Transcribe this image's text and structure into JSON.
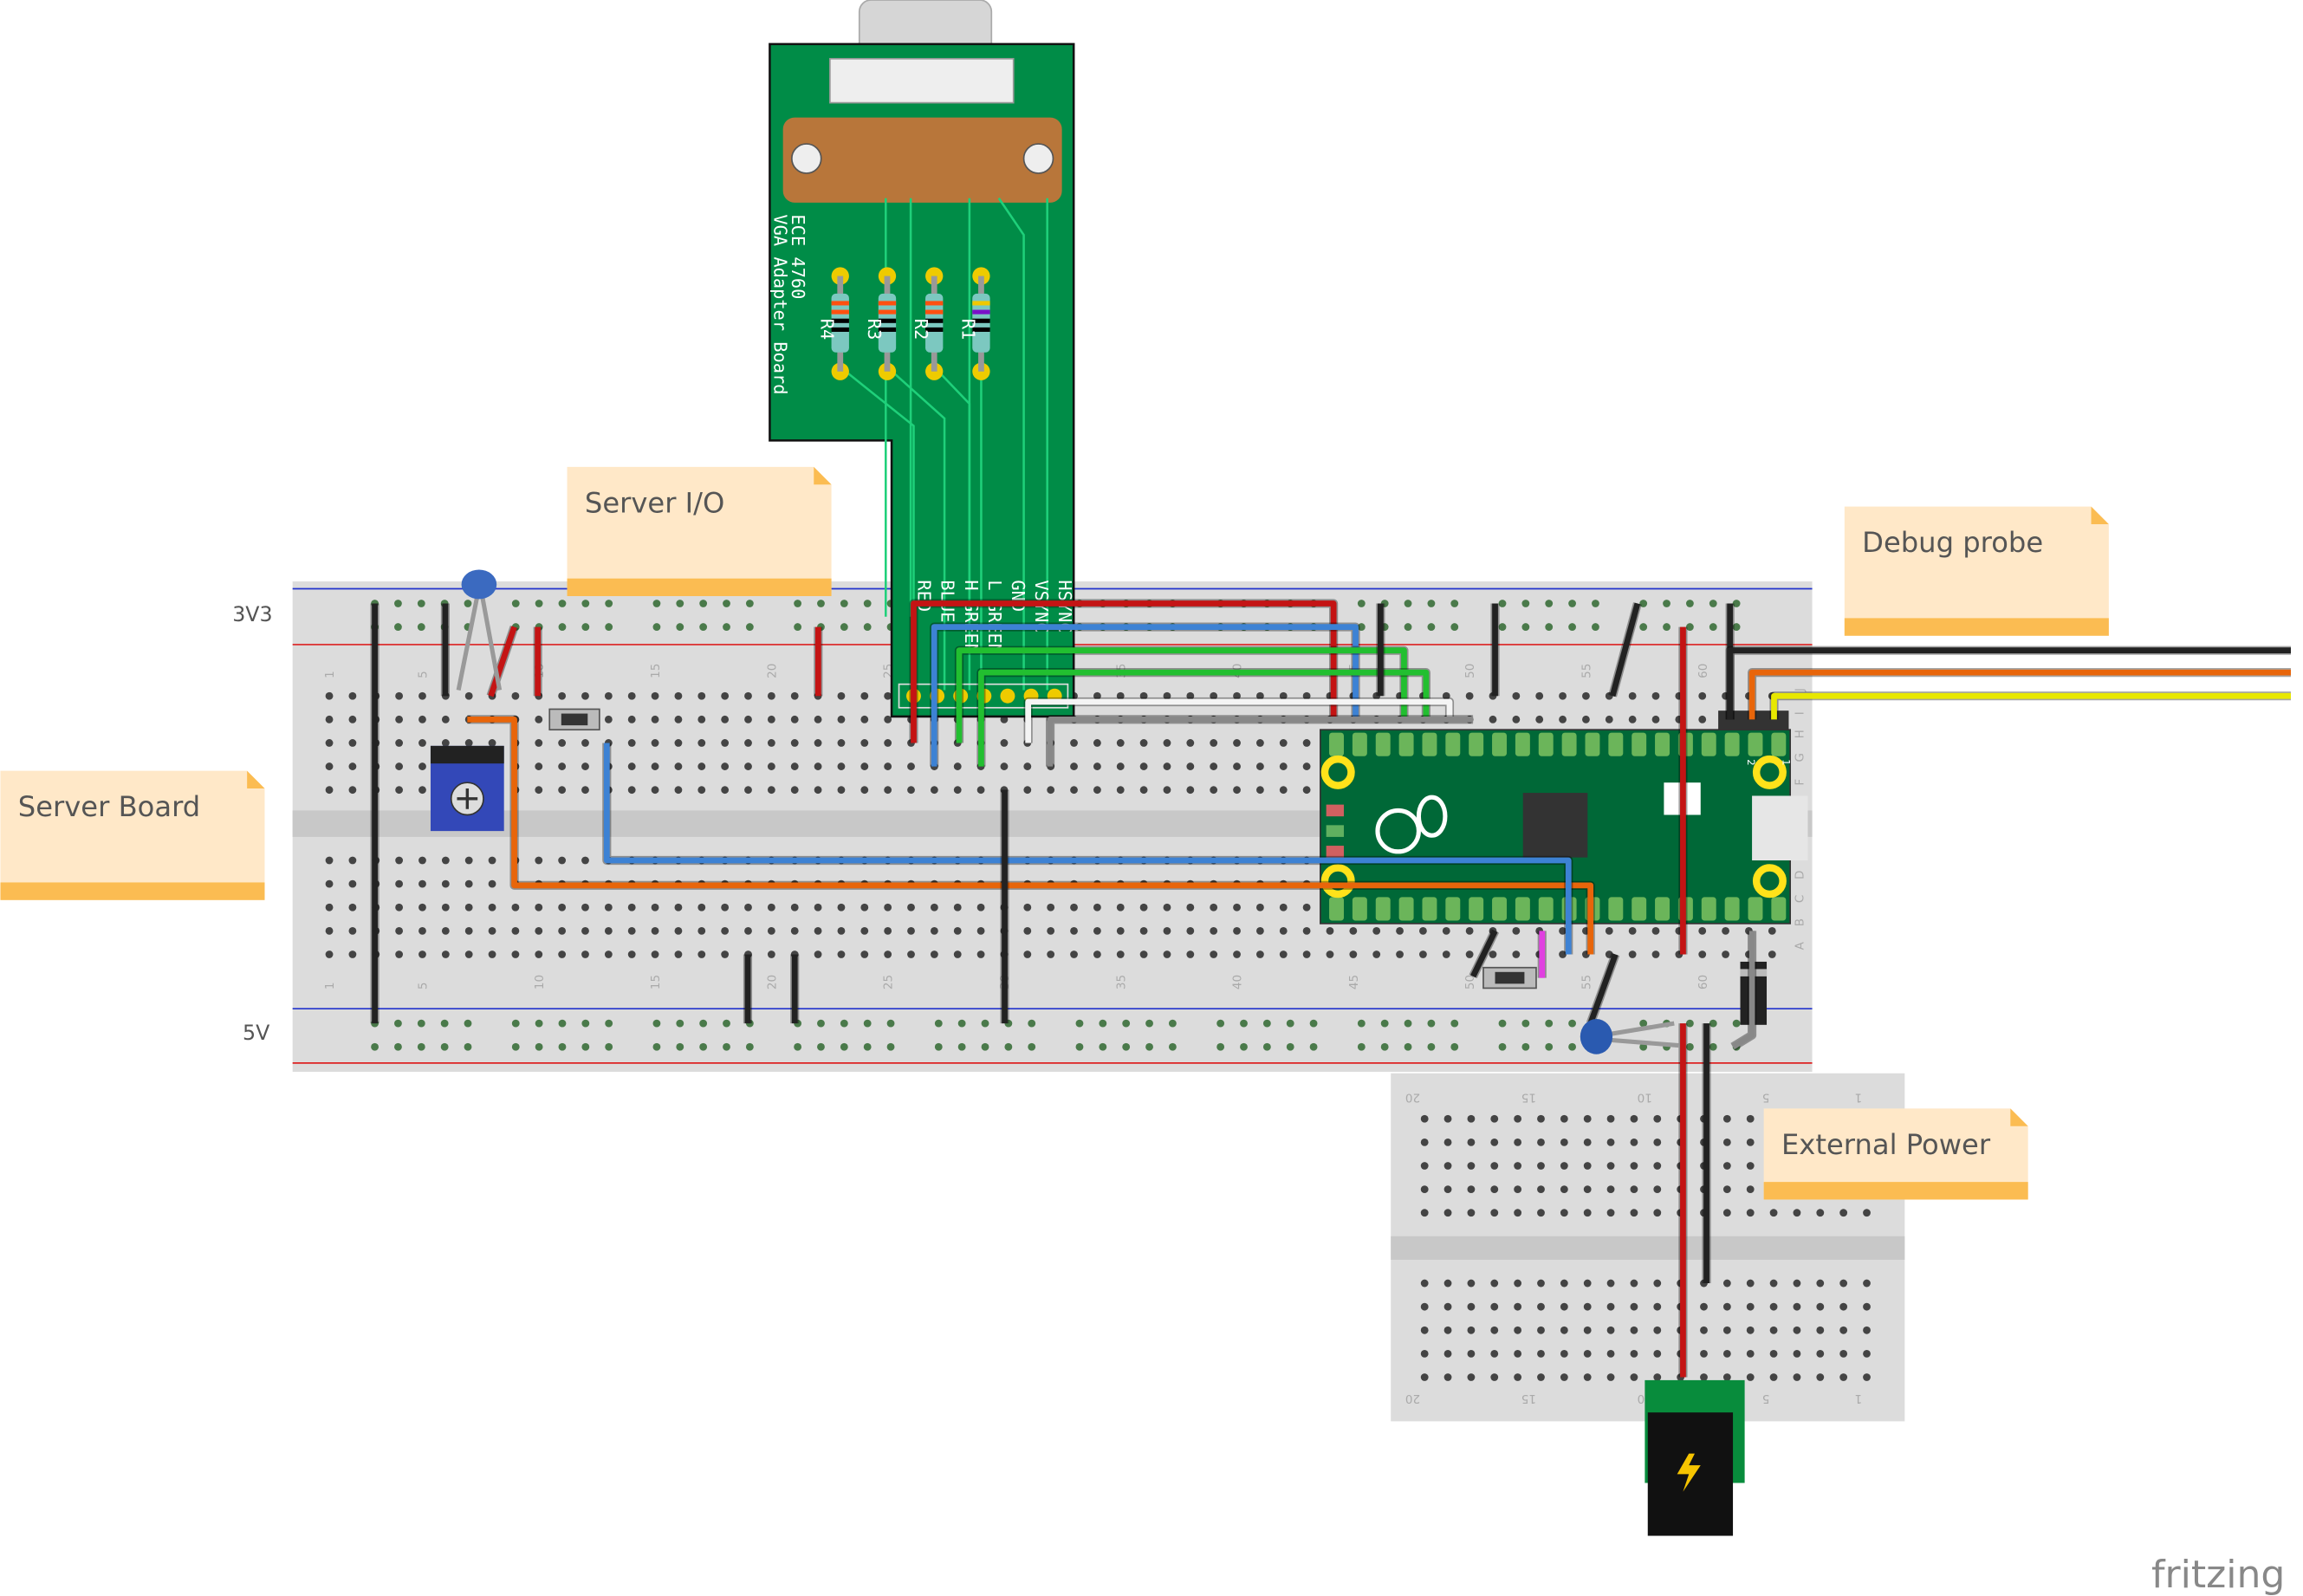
{
  "notes": [
    {
      "id": "server-io",
      "text": "Server I/O"
    },
    {
      "id": "debug-probe",
      "text": "Debug probe"
    },
    {
      "id": "server-board",
      "text": "Server Board"
    },
    {
      "id": "external-power",
      "text": "External Power"
    }
  ],
  "rails": {
    "top": "3V3",
    "bottom": "5V"
  },
  "vga_board": {
    "title_line1": "ECE 4760",
    "title_line2": "VGA Adapter Board",
    "resistors": [
      "R4",
      "R3",
      "R2",
      "R1"
    ],
    "pins": [
      "RED",
      "BLUE",
      "H GREEN",
      "L GREEN",
      "GND",
      "VSYNC",
      "HSYNC"
    ]
  },
  "breadboard": {
    "column_labels": [
      "1",
      "5",
      "10",
      "15",
      "20",
      "25",
      "30",
      "35",
      "40",
      "45",
      "50",
      "55",
      "60"
    ],
    "row_labels_top": [
      "J",
      "I",
      "H",
      "G",
      "F"
    ],
    "row_labels_bottom": [
      "E",
      "D",
      "C",
      "B",
      "A"
    ]
  },
  "mini_breadboard": {
    "column_labels": [
      "20",
      "15",
      "10",
      "5",
      "1"
    ]
  },
  "pico": {
    "pin_labels": [
      "2",
      "1"
    ]
  },
  "branding": "fritzing",
  "colors": {
    "pcb_green": "#008c47",
    "pico_green": "#006837",
    "wire_red": "#c41414",
    "wire_blue": "#3d82d4",
    "wire_green": "#22bf30",
    "wire_orange": "#e8650a",
    "wire_black": "#222222",
    "wire_yellow": "#e8e800",
    "note_fill": "#ffe8c8",
    "note_accent": "#fbbc52"
  }
}
